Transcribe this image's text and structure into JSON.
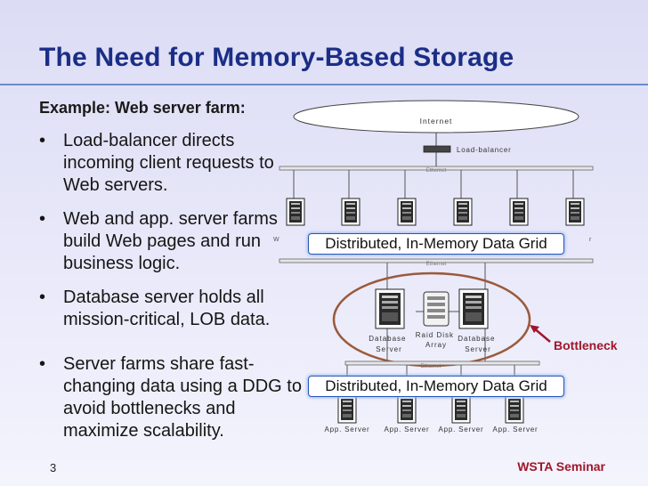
{
  "slide": {
    "title": "The Need for Memory-Based Storage",
    "subtitle": "Example: Web server farm:",
    "bullets": [
      "Load-balancer directs incoming client requests to Web  servers.",
      "Web and app. server farms build Web pages and run business logic.",
      "Database server holds all mission-critical, LOB data.",
      "Server farms share fast-changing data using a DDG to avoid bottlenecks and maximize scalability."
    ],
    "bullet_glyph": "•",
    "page_number": "3",
    "footer": "WSTA Seminar"
  },
  "diagram": {
    "internet_label": "Internet",
    "load_balancer_label": "Load-balancer",
    "ethernet_label": "Ethernet",
    "ddg_top_label": "Distributed, In-Memory Data Grid",
    "ddg_bottom_label": "Distributed, In-Memory Data Grid",
    "db_server_left_line1": "Database",
    "db_server_left_line2": "Server",
    "raid_line1": "Raid Disk",
    "raid_line2": "Array",
    "db_server_right_line1": "Database",
    "db_server_right_line2": "Server",
    "bottleneck_label": "Bottleneck",
    "app_server_labels": [
      "App. Server",
      "App. Server",
      "App. Server",
      "App. Server"
    ],
    "edge_fragment_left": "W",
    "edge_fragment_right": "r"
  },
  "colors": {
    "title": "#1b2e86",
    "accent_red": "#a0162a",
    "ddg_border": "#2a57b5",
    "bottleneck_circle": "#9b5a3a"
  }
}
